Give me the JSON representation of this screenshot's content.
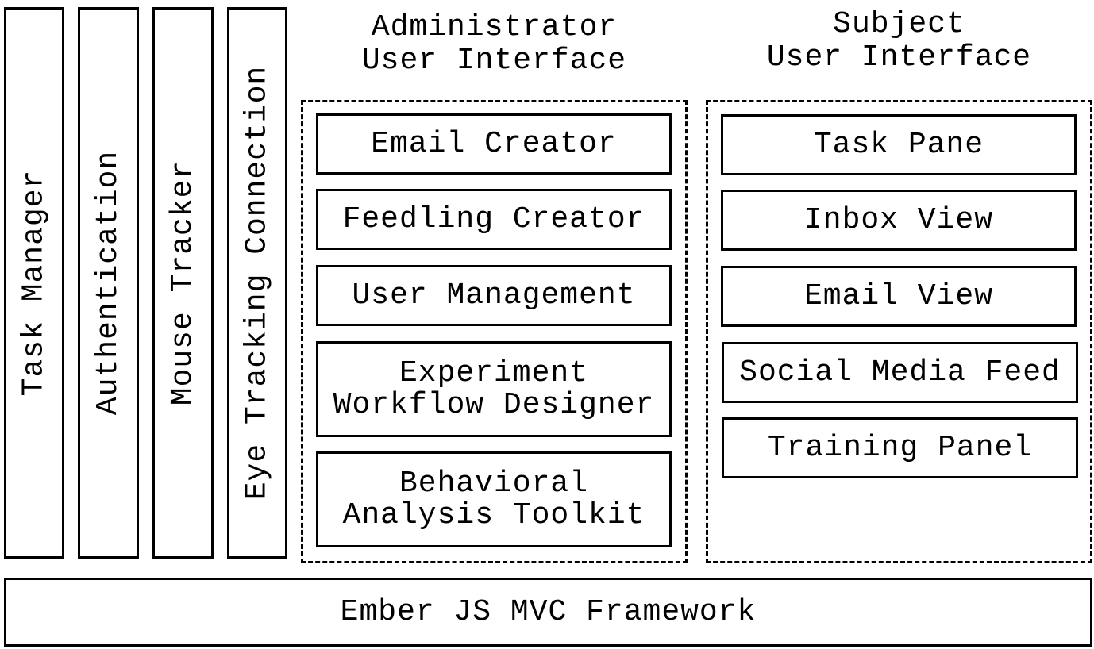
{
  "vertical_modules": [
    {
      "label": "Task Manager"
    },
    {
      "label": "Authentication"
    },
    {
      "label": "Mouse Tracker"
    },
    {
      "label": "Eye Tracking Connection"
    }
  ],
  "admin_ui": {
    "title": "Administrator\nUser Interface",
    "items": [
      {
        "label": "Email Creator"
      },
      {
        "label": "Feedling Creator"
      },
      {
        "label": "User Management"
      },
      {
        "label": "Experiment\nWorkflow Designer"
      },
      {
        "label": "Behavioral\nAnalysis Toolkit"
      }
    ]
  },
  "subject_ui": {
    "title": "Subject\nUser Interface",
    "items": [
      {
        "label": "Task Pane"
      },
      {
        "label": "Inbox View"
      },
      {
        "label": "Email View"
      },
      {
        "label": "Social Media Feed"
      },
      {
        "label": "Training Panel"
      }
    ]
  },
  "framework": {
    "label": "Ember JS MVC Framework"
  }
}
